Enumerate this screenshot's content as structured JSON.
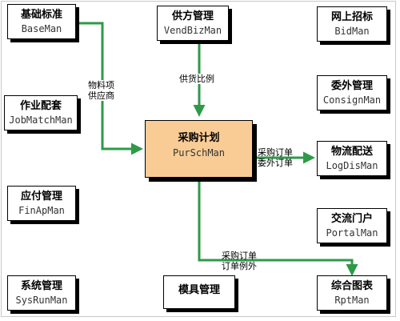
{
  "modules": {
    "baseman": {
      "name": "基础标准",
      "code": "BaseMan"
    },
    "vendbizman": {
      "name": "供方管理",
      "code": "VendBizMan"
    },
    "bidman": {
      "name": "网上招标",
      "code": "BidMan"
    },
    "consignman": {
      "name": "委外管理",
      "code": "ConsignMan"
    },
    "jobmatchman": {
      "name": "作业配套",
      "code": "JobMatchMan"
    },
    "purschman": {
      "name": "采购计划",
      "code": "PurSchMan"
    },
    "logdisman": {
      "name": "物流配送",
      "code": "LogDisMan"
    },
    "finapman": {
      "name": "应付管理",
      "code": "FinApMan"
    },
    "portalman": {
      "name": "交流门户",
      "code": "PortalMan"
    },
    "sysrunman": {
      "name": "系统管理",
      "code": "SysRunMan"
    },
    "mould": {
      "name": "模具管理"
    },
    "rptman": {
      "name": "综合图表",
      "code": "RptMan"
    }
  },
  "edge_labels": {
    "baseman_to_purschman": [
      "物料项",
      "供应商"
    ],
    "vendbizman_to_purschman": [
      "供货比例"
    ],
    "purschman_to_logdisman": [
      "采购订单",
      "委外订单"
    ],
    "purschman_to_rptman": [
      "采购订单",
      "订单例外"
    ]
  },
  "colors": {
    "arrow": "#2e9a48",
    "center_fill": "#f9cc96",
    "border": "#000000"
  }
}
